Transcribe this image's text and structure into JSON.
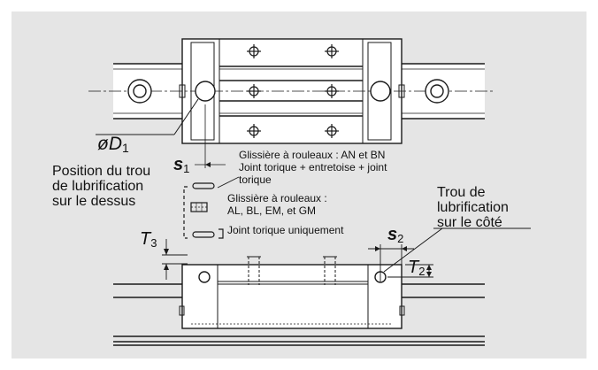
{
  "colors": {
    "panel": "#e5e5e5",
    "part": "#ffffff",
    "line": "#1a1a1a"
  },
  "labels": {
    "phi_d1": {
      "prefix": "ø",
      "main": "D",
      "sub": "1"
    },
    "s1": {
      "main": "s",
      "sub": "1"
    },
    "s2": {
      "main": "s",
      "sub": "2"
    },
    "t3": {
      "main": "T",
      "sub": "3"
    },
    "t2": {
      "main": "T",
      "sub": "2"
    },
    "top_hole": [
      "Position du trou",
      "de lubrification",
      "sur le dessus"
    ],
    "side_hole": [
      "Trou de",
      "lubrification",
      "sur le côté"
    ],
    "type_an_bn": [
      "Glissière à rouleaux : AN et BN",
      "Joint torique + entretoise + joint",
      "torique"
    ],
    "type_al_gm": [
      "Glissière à rouleaux :",
      "AL, BL, EM, et GM"
    ],
    "oring_only": "Joint torique uniquement"
  }
}
